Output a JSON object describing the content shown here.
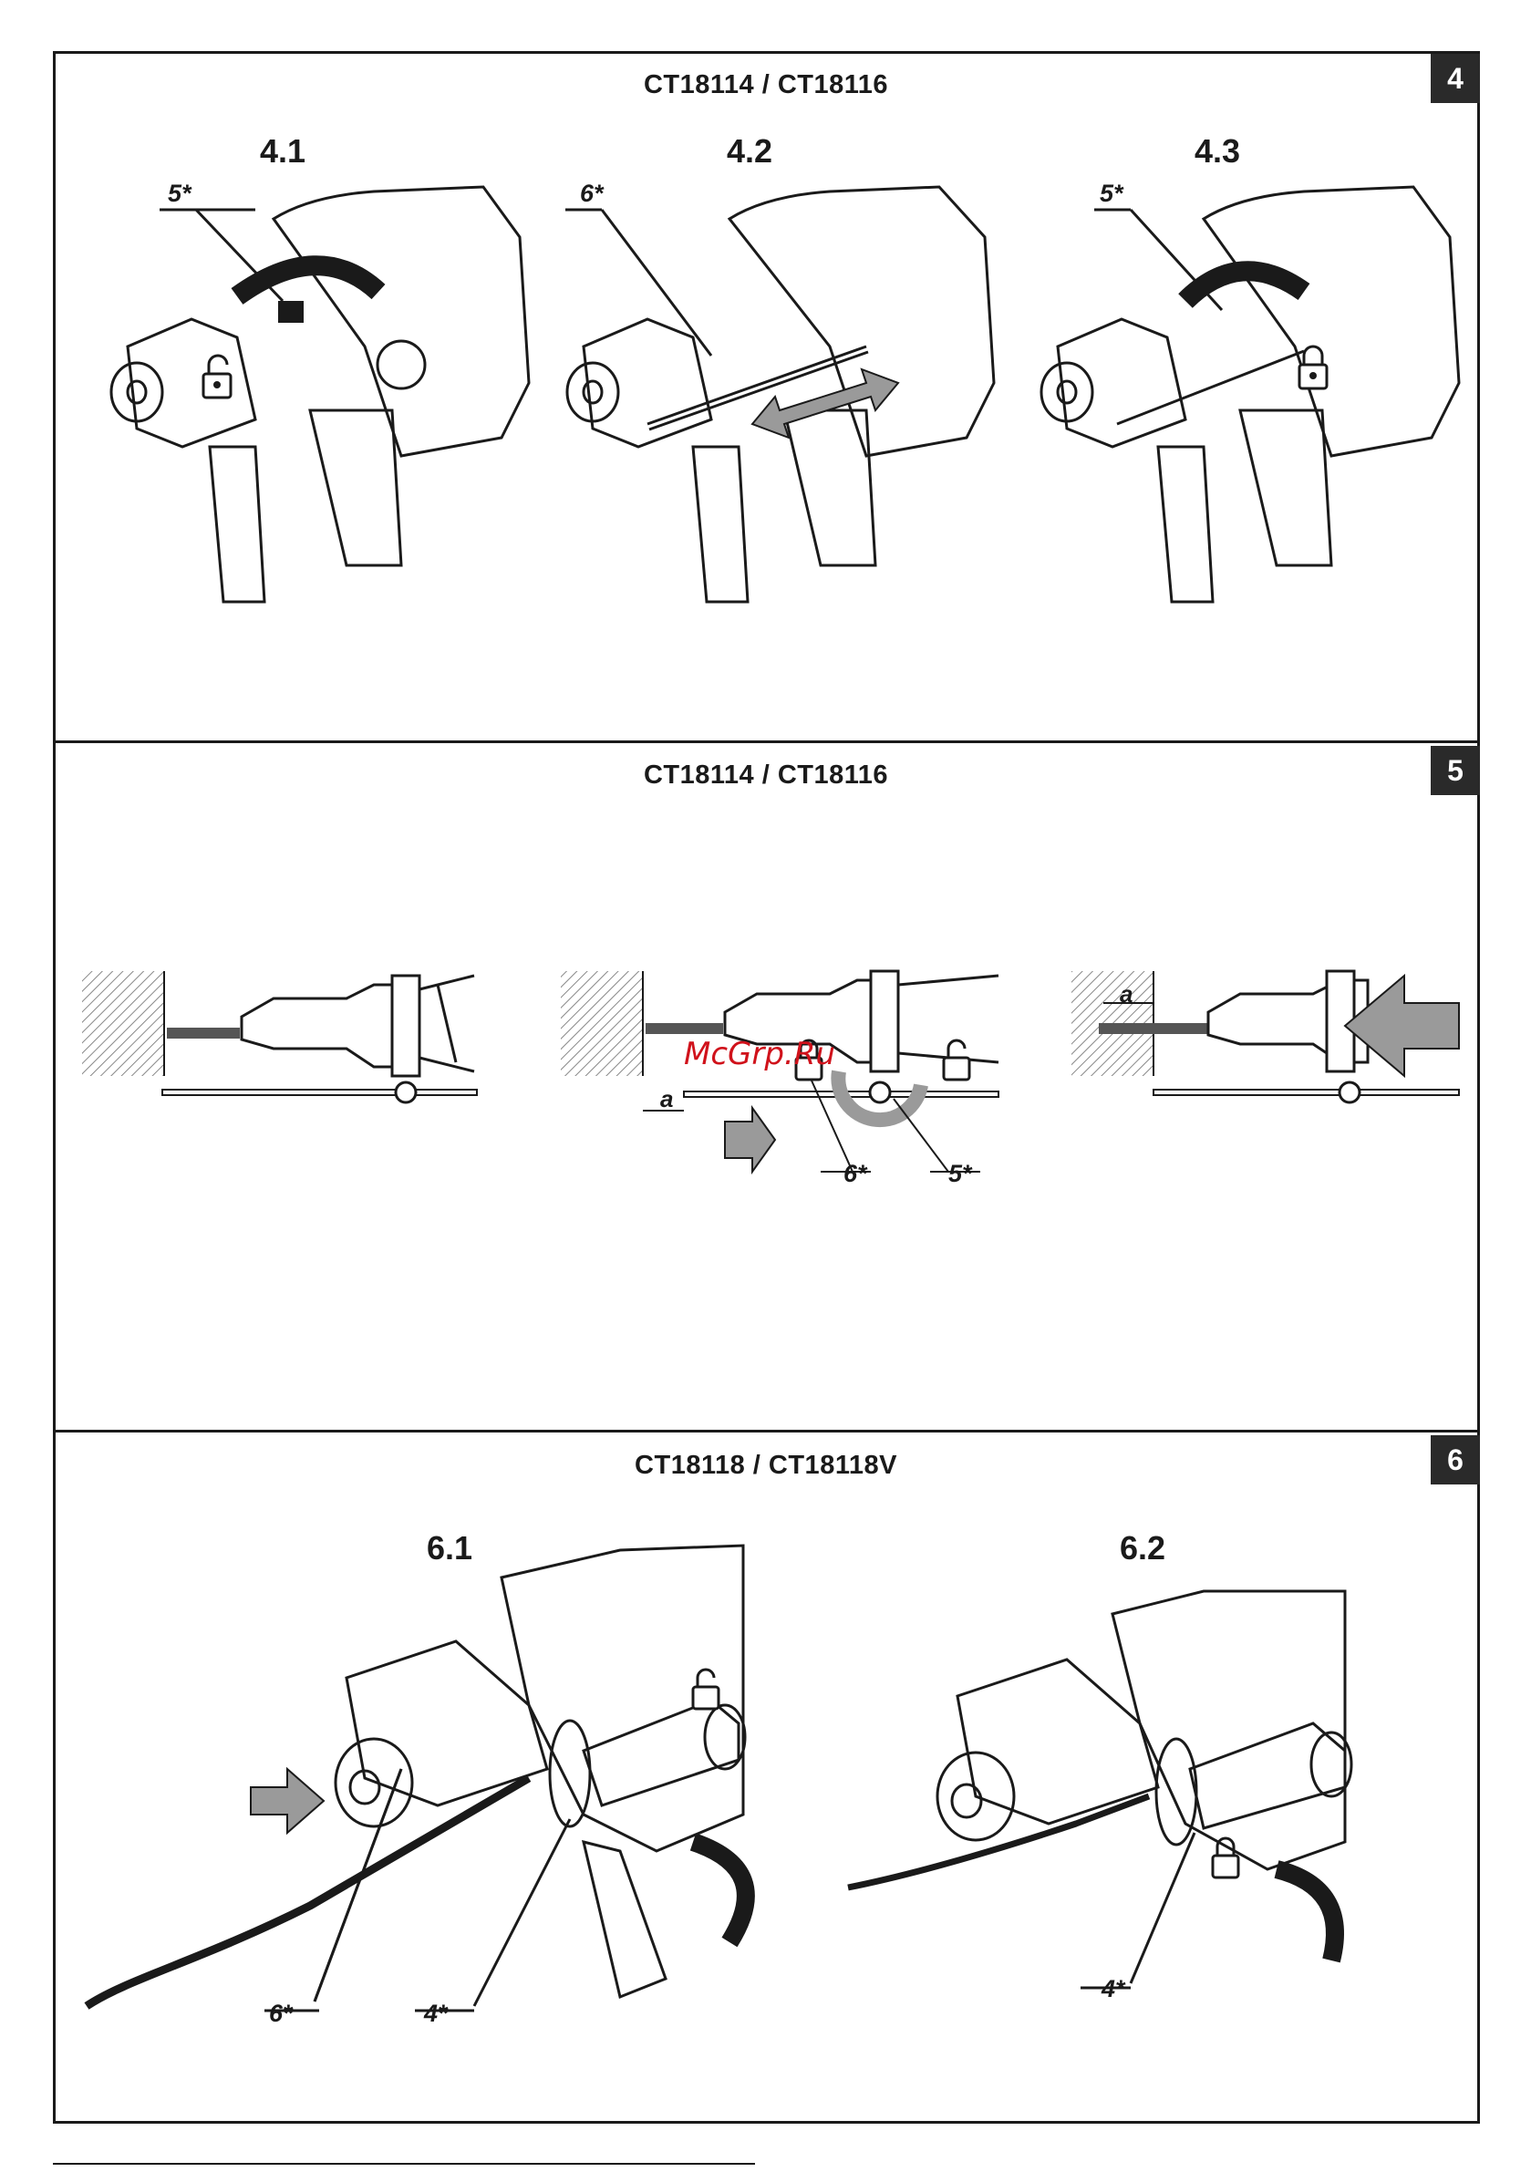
{
  "panels": [
    {
      "badge": "4",
      "title": "CT18114 / CT18116",
      "figures": [
        {
          "label": "4.1",
          "callout": "5*"
        },
        {
          "label": "4.2",
          "callout": "6*"
        },
        {
          "label": "4.3",
          "callout": "5*"
        }
      ]
    },
    {
      "badge": "5",
      "title": "CT18114 / CT18116",
      "dimension": "a",
      "callouts": [
        "6*",
        "5*"
      ]
    },
    {
      "badge": "6",
      "title": "CT18118 / CT18118V",
      "figures": [
        {
          "label": "6.1",
          "callouts": [
            "6*",
            "4*"
          ]
        },
        {
          "label": "6.2",
          "callouts": [
            "4*"
          ]
        }
      ]
    }
  ],
  "watermark": "McGrp.Ru",
  "icons": [
    "unlock-icon",
    "lock-icon",
    "rotate-arrow-icon",
    "push-arrow-icon",
    "double-arrow-icon"
  ],
  "colors": {
    "line": "#1a1a1a",
    "watermark": "#d0121b",
    "arrow": "#9a9a9a",
    "hatch": "#888888"
  }
}
